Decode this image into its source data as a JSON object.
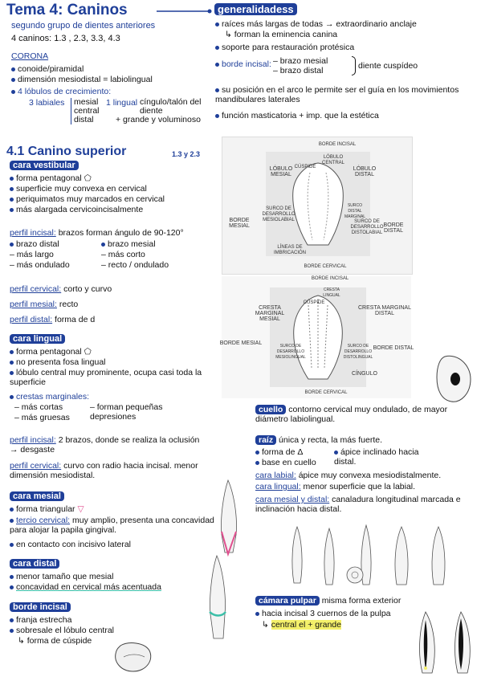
{
  "title": "Tema 4: Caninos",
  "intro": {
    "line1": "segundo grupo de dientes anteriores",
    "line2": "4 caninos: 1.3 , 2.3, 3.3, 4.3",
    "corona_h": "CORONA",
    "b1": "conoide/piramidal",
    "b2": "dimensión mesiodistal = labiolingual",
    "b3": "4 lóbulos de crecimiento:",
    "labiales": "3 labiales",
    "lab_list": "mesial\ncentral\ndistal",
    "lingual": "1 lingual",
    "ling_txt": "cíngulo/talón del diente",
    "grande": "+ grande y voluminoso"
  },
  "generalidades": {
    "h": "generalidadess",
    "a1": "raíces más largas de todas → extraordinario anclaje",
    "a2": "forman la eminencia canina",
    "a3": "soporte para restauración protésica",
    "a4_label": "borde incisal:",
    "a4_b1": "brazo mesial",
    "a4_b2": "brazo distal",
    "a4_res": "diente cuspídeo",
    "a5": "su posición en el arco le permite ser el guía en los movimientos mandibulares laterales",
    "a6": "función masticatoria + imp. que la estética"
  },
  "sup": {
    "h": "4.1 Canino superior",
    "nums": "1.3 y 2.3",
    "cara_vest": "cara vestibular",
    "v1": "forma pentagonal",
    "v2": "superficie muy convexa en cervical",
    "v3": "periquimatos muy marcados en cervical",
    "v4": "más alargada cervicoincisalmente",
    "pi_label": "perfil incisal:",
    "pi_txt": "brazos forman ángulo de 90-120°",
    "bd": "brazo distal",
    "bd1": "más largo",
    "bd2": "más ondulado",
    "bm": "brazo mesial",
    "bm1": "más corto",
    "bm2": "recto / ondulado",
    "pc_label": "perfil cervical:",
    "pc_txt": "corto y curvo",
    "pm_label": "perfil mesial:",
    "pm_txt": "recto",
    "pd_label": "perfil distal:",
    "pd_txt": "forma de d",
    "cara_ling": "cara lingual",
    "l1": "forma pentagonal",
    "l2": "no presenta fosa lingual",
    "l3": "lóbulo central muy prominente, ocupa casi toda la superficie",
    "l4": "crestas marginales:",
    "l4a": "más cortas",
    "l4b": "más gruesas",
    "l4c": "forman pequeñas depresiones",
    "pi2_label": "perfil incisal:",
    "pi2_txt": "2 brazos, donde se realiza la oclusión → desgaste",
    "pc2_label": "perfil cervical:",
    "pc2_txt": "curvo con radio hacia incisal. menor dimensión mesiodistal.",
    "cara_mes": "cara mesial",
    "m1": "forma triangular",
    "m2_label": "tercio cervical:",
    "m2_txt": "muy amplio, presenta una concavidad para alojar la papila gingival.",
    "m3": "en contacto con incisivo lateral",
    "cara_dist": "cara distal",
    "d1": "menor tamaño que mesial",
    "d2": "concavidad en cervical más acentuada",
    "borde": "borde incisal",
    "bi1": "franja estrecha",
    "bi2": "sobresale el lóbulo central",
    "bi3": "forma de cúspide"
  },
  "fig1": {
    "borde_incisal": "BORDE INCISAL",
    "lob_central": "LÓBULO CENTRAL",
    "cuspide": "CÚSPIDE",
    "lob_mesial": "LÓBULO MESIAL",
    "lob_distal": "LÓBULO DISTAL",
    "surco_ml": "SURCO DE DESARROLLO MESIOLABIAL",
    "surco_dl": "SURCO DE DESARROLLO DISTOLABIAL",
    "surco_dm": "SURCO DISTAL MARGINAL",
    "borde_mesial": "BORDE MESIAL",
    "borde_distal": "BORDE DISTAL",
    "lineas": "LÍNEAS DE IMBRICACIÓN",
    "borde_cervical": "BORDE CERVICAL"
  },
  "fig2": {
    "borde_incisal": "BORDE INCISAL",
    "cresta_lingual": "CRESTA LINGUAL",
    "cuspide": "CÚSPIDE",
    "cm_mesial": "CRESTA MARGINAL MESIAL",
    "cm_distal": "CRESTA MARGINAL DISTAL",
    "borde_mesial": "BORDE MESIAL",
    "borde_distal": "BORDE DISTAL",
    "surco_mling": "SURCO DE DESARROLLO MESIOLINGUAL",
    "surco_dling": "SURCO DE DESARROLLO DISTOLINGUAL",
    "cingulo": "CÍNGULO",
    "borde_cervical": "BORDE CERVICAL"
  },
  "right": {
    "cuello_label": "cuello",
    "cuello_txt": "contorno cervical muy ondulado, de mayor diámetro labiolingual.",
    "raiz_label": "raíz",
    "raiz_txt": "única y recta, la más fuerte.",
    "r1": "forma de Δ",
    "r2": "base en cuello",
    "r3": "ápice inclinado hacia distal.",
    "cl_label": "cara labial:",
    "cl_txt": "ápice muy convexa mesiodistalmente.",
    "cli_label": "cara lingual:",
    "cli_txt": "menor superficie que la labial.",
    "cmd_label": "cara mesial y distal:",
    "cmd_txt": "canaladura longitudinal marcada e inclinación hacia distal.",
    "camara_label": "cámara pulpar",
    "camara_txt": "misma forma exterior",
    "c1": "hacia incisal 3 cuernos de la pulpa",
    "c2": "central el + grande"
  },
  "colors": {
    "accent": "#1f3f99",
    "pink": "#e0508f",
    "teal": "#3bbfa8",
    "yellow": "#f4f06a"
  }
}
